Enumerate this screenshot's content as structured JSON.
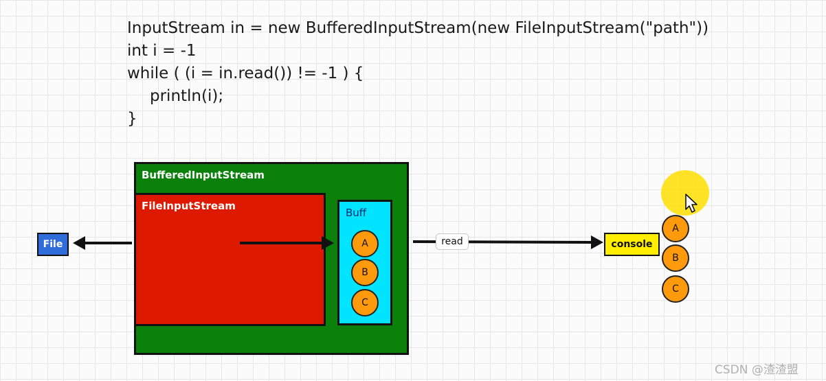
{
  "code": {
    "lines": [
      "InputStream in = new BufferedInputStream(new FileInputStream(\"path\"))",
      "int i = -1",
      "while ( (i = in.read()) != -1 ) {",
      "println(i);",
      "}"
    ]
  },
  "diagram": {
    "buffered_label": "BufferedInputStream",
    "fileinput_label": "FileInputStream",
    "buff_label": "Buff",
    "buffer_items": [
      "A",
      "B",
      "C"
    ],
    "file_label": "File",
    "read_label": "read",
    "console_label": "console",
    "console_items": [
      "A",
      "B",
      "C"
    ]
  },
  "watermark": "CSDN @渣渣盟",
  "colors": {
    "buffered": "#0b800b",
    "fileinput": "#dd1900",
    "buff": "#00e4ff",
    "circle": "#ff9a0d",
    "file": "#2f6ddb",
    "console": "#ffee00",
    "highlight": "#ffde00"
  },
  "icons": {
    "cursor": "mouse-pointer-icon"
  }
}
